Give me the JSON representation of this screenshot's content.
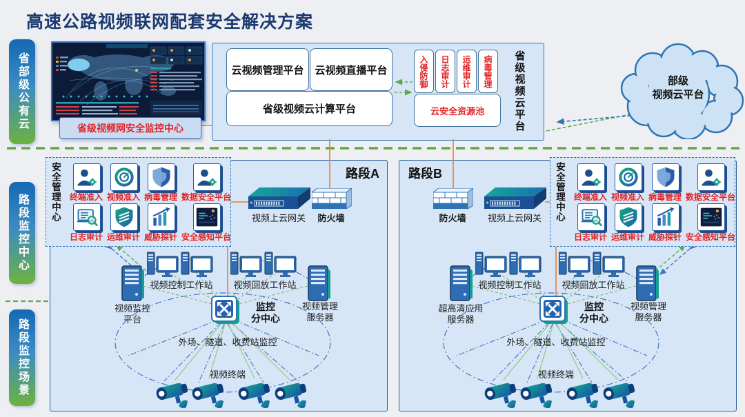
{
  "title": "高速公路视频联网配套安全解决方案",
  "rails": [
    {
      "label": "省部级公有云"
    },
    {
      "label": "路段监控中心"
    },
    {
      "label": "路段监控场景"
    }
  ],
  "top": {
    "monitor_center_label": "省级视频网安全监控中心",
    "platforms": [
      "云视频管理平台",
      "云视频直播平台",
      "省级视频云计算平台"
    ],
    "security_services": [
      "入侵防御",
      "日志审计",
      "运维审计",
      "病毒管理"
    ],
    "resource_pool": "云安全资源池",
    "side_label": "省级视频云平台",
    "ministry_cloud": {
      "line1": "部级",
      "line2": "视频云平台"
    }
  },
  "security_center": {
    "side_label": "安全管理中心",
    "items": [
      {
        "icon": "user-gear",
        "label": "终端准入"
      },
      {
        "icon": "gauge",
        "label": "视频准入"
      },
      {
        "icon": "shield",
        "label": "病毒管理"
      },
      {
        "icon": "user-gear",
        "label": "数据安全平台"
      },
      {
        "icon": "log-audit",
        "label": "日志审计"
      },
      {
        "icon": "shield-lines",
        "label": "运维审计"
      },
      {
        "icon": "chart-arrow",
        "label": "威胁探针"
      },
      {
        "icon": "dark-screen",
        "label": "安全感知平台"
      }
    ]
  },
  "sections": [
    {
      "name": "路段A",
      "gateway_label": "视频上云网关",
      "firewall_label": "防火墙",
      "device_order": [
        "gateway",
        "firewall"
      ],
      "left_server": {
        "line1": "视频监控",
        "line2": "平台"
      },
      "ctrl_ws": "视频控制工作站",
      "play_ws": "视频回放工作站",
      "right_server": {
        "line1": "视频管理",
        "line2": "服务器"
      },
      "hub": {
        "line1": "监控",
        "line2": "分中心"
      },
      "scene_label": "外场、隧道、收费站监控",
      "terminal_label": "视频终端",
      "camera_count": 4
    },
    {
      "name": "路段B",
      "gateway_label": "视频上云网关",
      "firewall_label": "防火墙",
      "device_order": [
        "firewall",
        "gateway"
      ],
      "left_server": {
        "line1": "超高清应用",
        "line2": "服务器"
      },
      "ctrl_ws": "视频控制工作站",
      "play_ws": "视频回放工作站",
      "right_server": {
        "line1": "视频管理",
        "line2": "服务器"
      },
      "hub": {
        "line1": "监控",
        "line2": "分中心"
      },
      "scene_label": "外场、隧道、收费站监控",
      "terminal_label": "视频终端",
      "camera_count": 4
    }
  ],
  "colors": {
    "accent_orange": "#ED7D31",
    "line_green": "#5FA84D",
    "line_blue": "#2E74B5",
    "connector_blue": "#4472C4",
    "label_red": "#E32426",
    "title_navy": "#1C3A70"
  }
}
